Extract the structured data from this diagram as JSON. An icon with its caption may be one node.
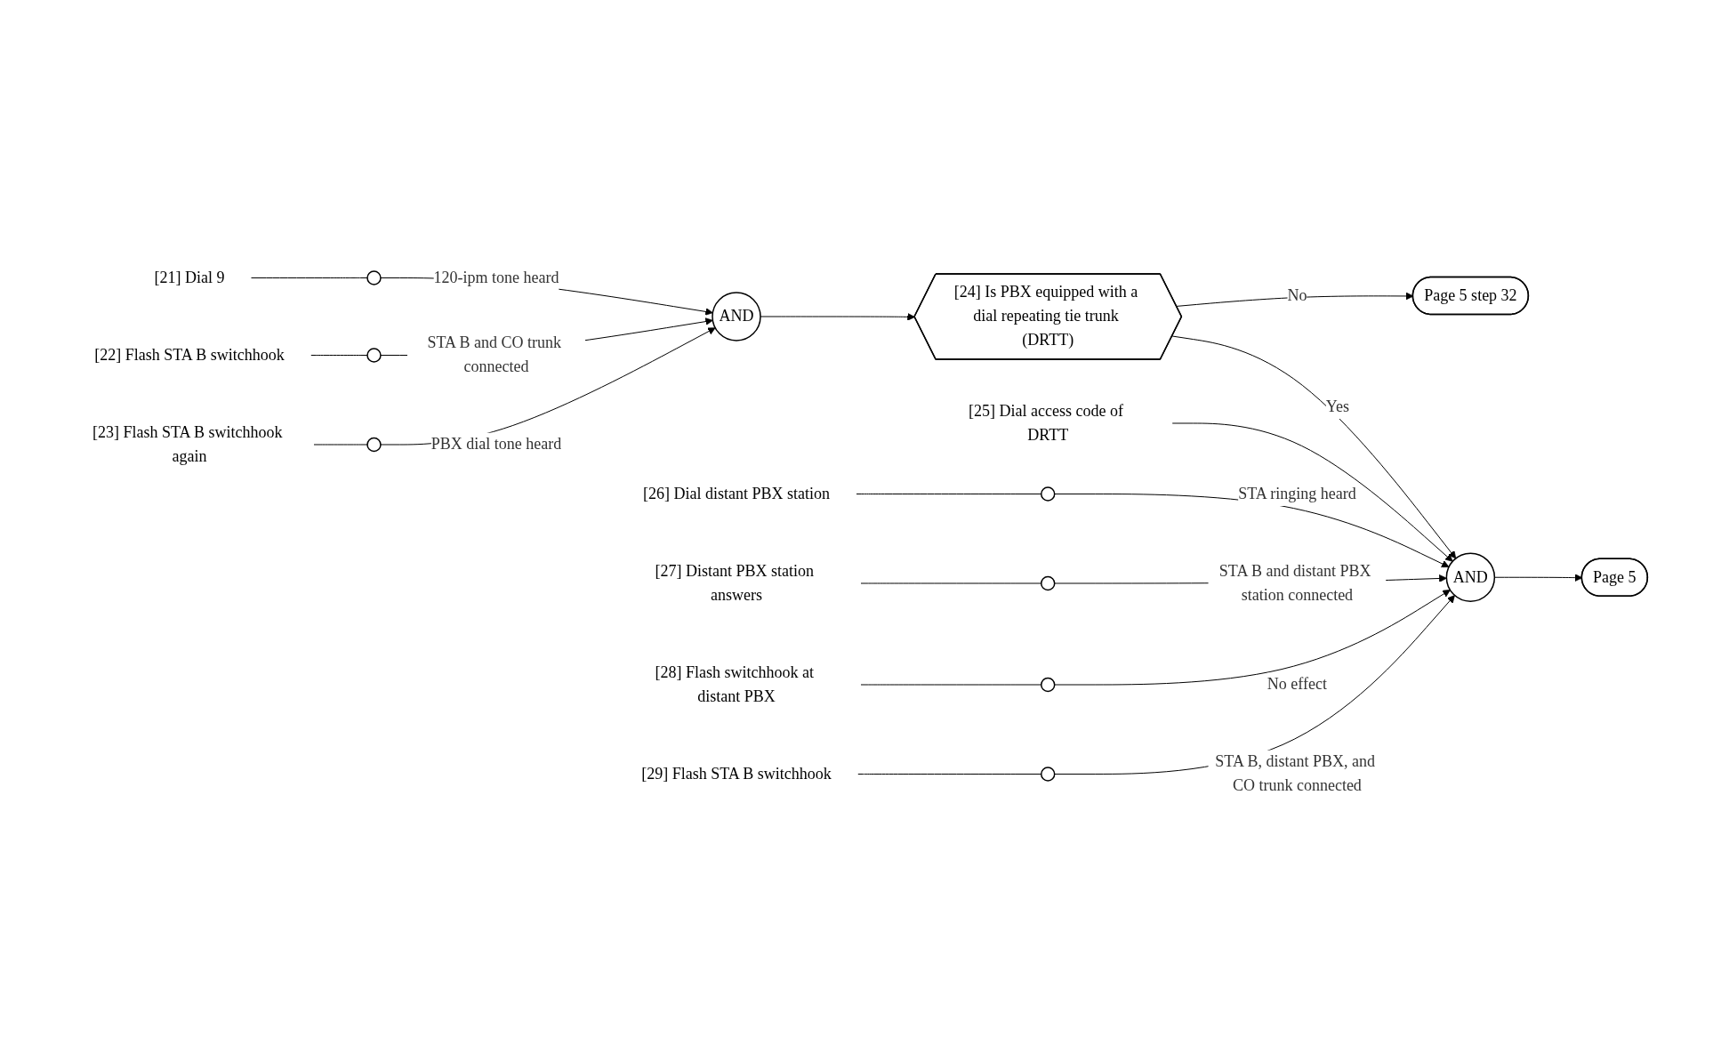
{
  "diagram": {
    "nodes": [
      {
        "text": [
          "[21] Dial 9"
        ]
      },
      {
        "text": [],
        "shape": "circle"
      },
      {
        "text": [
          "[22] Flash STA B switchhook"
        ]
      },
      {
        "text": [],
        "shape": "circle"
      },
      {
        "text": [
          "[23] Flash STA B switchhook again"
        ]
      },
      {
        "text": [],
        "shape": "circle"
      },
      {
        "text": [
          "AND"
        ]
      },
      {
        "text": [
          "[24] Is PBX equipped with a dial repeating tie trunk (DRTT)"
        ]
      },
      {
        "text": [
          "Page 5 step 32"
        ]
      },
      {
        "text": [
          "[25] Dial access code of DRTT"
        ]
      },
      {
        "text": [
          "[26] Dial distant PBX station"
        ]
      },
      {
        "text": [],
        "shape": "circle"
      },
      {
        "text": [
          "[27] Distant PBX station answers"
        ]
      },
      {
        "text": [],
        "shape": "circle"
      },
      {
        "text": [
          "[28] Flash switchhook at distant PBX"
        ]
      },
      {
        "text": [],
        "shape": "circle"
      },
      {
        "text": [
          "[29] Flash STA B switchhook"
        ]
      },
      {
        "text": [],
        "shape": "circle"
      },
      {
        "text": [
          "AND"
        ]
      },
      {
        "text": [
          "Page 5"
        ]
      }
    ],
    "edges": [
      {
        "from": 0,
        "to": 1,
        "arrow": "none"
      },
      {
        "from": 1,
        "to": 6,
        "arrow": "to",
        "label": "120-ipm tone heard"
      },
      {
        "from": 2,
        "to": 3,
        "arrow": "none"
      },
      {
        "from": 3,
        "to": 6,
        "arrow": "to",
        "label": "STA B and CO trunk connected"
      },
      {
        "from": 4,
        "to": 5,
        "arrow": "none"
      },
      {
        "from": 5,
        "to": 6,
        "arrow": "to",
        "label": "PBX dial tone heard"
      },
      {
        "from": 6,
        "to": 7,
        "arrow": "to"
      },
      {
        "from": 7,
        "to": 8,
        "arrow": "to",
        "label": "No"
      },
      {
        "from": 7,
        "to": 18,
        "arrow": "to",
        "label": "Yes"
      },
      {
        "from": 9,
        "to": 18,
        "arrow": "to"
      },
      {
        "from": 10,
        "to": 11,
        "arrow": "none"
      },
      {
        "from": 11,
        "to": 18,
        "arrow": "to",
        "label": "STA ringing heard"
      },
      {
        "from": 12,
        "to": 13,
        "arrow": "none"
      },
      {
        "from": 13,
        "to": 18,
        "arrow": "to",
        "label": "STA B and distant PBX station connected"
      },
      {
        "from": 14,
        "to": 15,
        "arrow": "none"
      },
      {
        "from": 15,
        "to": 18,
        "arrow": "to",
        "label": "No effect"
      },
      {
        "from": 16,
        "to": 17,
        "arrow": "none"
      },
      {
        "from": 17,
        "to": 18,
        "arrow": "to",
        "label": "STA B, distant PBX, and CO trunk connected"
      },
      {
        "from": 18,
        "to": 19,
        "arrow": "to"
      }
    ]
  }
}
